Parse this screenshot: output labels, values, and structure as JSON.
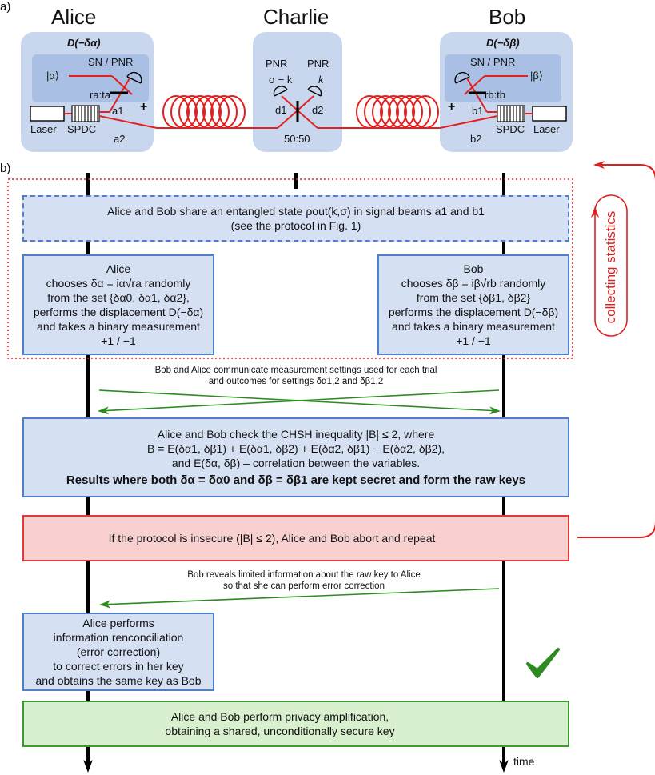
{
  "panel_a": {
    "tag": "a)",
    "alice": {
      "title": "Alice",
      "displacement": "D(−δα)",
      "detector": "SN / PNR",
      "state": "|α⟩",
      "beamsplitter": "ra:ta",
      "mode1": "a1",
      "mode2": "a2",
      "laser": "Laser",
      "spdc": "SPDC"
    },
    "charlie": {
      "title": "Charlie",
      "pnr_left": "PNR",
      "pnr_right": "PNR",
      "count_left": "σ − k",
      "count_right": "k",
      "det_left": "d1",
      "det_right": "d2",
      "splitter": "50:50"
    },
    "bob": {
      "title": "Bob",
      "displacement": "D(−δβ)",
      "detector": "SN / PNR",
      "state": "|β⟩",
      "beamsplitter": "rb:tb",
      "mode1": "b1",
      "mode2": "b2",
      "laser": "Laser",
      "spdc": "SPDC"
    }
  },
  "panel_b": {
    "tag": "b)",
    "loop_label": "collecting statistics",
    "time_label": "time",
    "step_share": {
      "line1": "Alice and Bob share an entangled state ρout(k,σ) in signal beams a1 and b1",
      "line2": "(see the protocol in Fig. 1)"
    },
    "step_alice": {
      "lines": [
        "Alice",
        "chooses δα = iα√ra randomly",
        "from the set {δα0, δα1, δα2},",
        "performs the displacement D(−δα)",
        "and takes a binary measurement",
        "+1 / −1"
      ]
    },
    "step_bob": {
      "lines": [
        "Bob",
        "chooses δβ = iβ√rb randomly",
        "from the set {δβ1, δβ2}",
        "performs the displacement D(−δβ)",
        "and takes a binary measurement",
        "+1 / −1"
      ]
    },
    "communicate_note": {
      "line1": "Bob and Alice communicate measurement settings used for each trial",
      "line2": "and outcomes for settings δα1,2 and δβ1,2"
    },
    "step_chsh": {
      "line1": "Alice and Bob check the CHSH inequality |B| ≤ 2, where",
      "line2": "B = E(δα1, δβ1) + E(δα1, δβ2) + E(δα2, δβ1) − E(δα2, δβ2),",
      "line3": "and E(δα, δβ) – correlation between the variables.",
      "line4": "Results where both δα = δα0 and δβ = δβ1 are kept secret and form the raw keys"
    },
    "step_abort": {
      "text": "If the protocol is insecure (|B| ≤ 2), Alice and Bob abort and repeat"
    },
    "reveal_note": {
      "line1": "Bob reveals limited information about the raw key to Alice",
      "line2": "so that she can perform error correction"
    },
    "step_correction": {
      "lines": [
        "Alice performs",
        "information renconciliation",
        "(error correction)",
        "to correct errors in her key",
        "and obtains the same key as Bob"
      ]
    },
    "step_privacy": {
      "line1": "Alice and Bob perform privacy amplification,",
      "line2": "obtaining a shared, unconditionally secure key"
    }
  },
  "colors": {
    "panel_fill": "#c9d7ee",
    "inner_fill": "#a9bfe3",
    "fiber": "#e32020",
    "box_blue": "#d6e0f3",
    "box_red": "#f8d0d0",
    "box_green": "#d9f0cf",
    "arrow_green": "#2e8b22",
    "loop_red": "#e02020"
  }
}
